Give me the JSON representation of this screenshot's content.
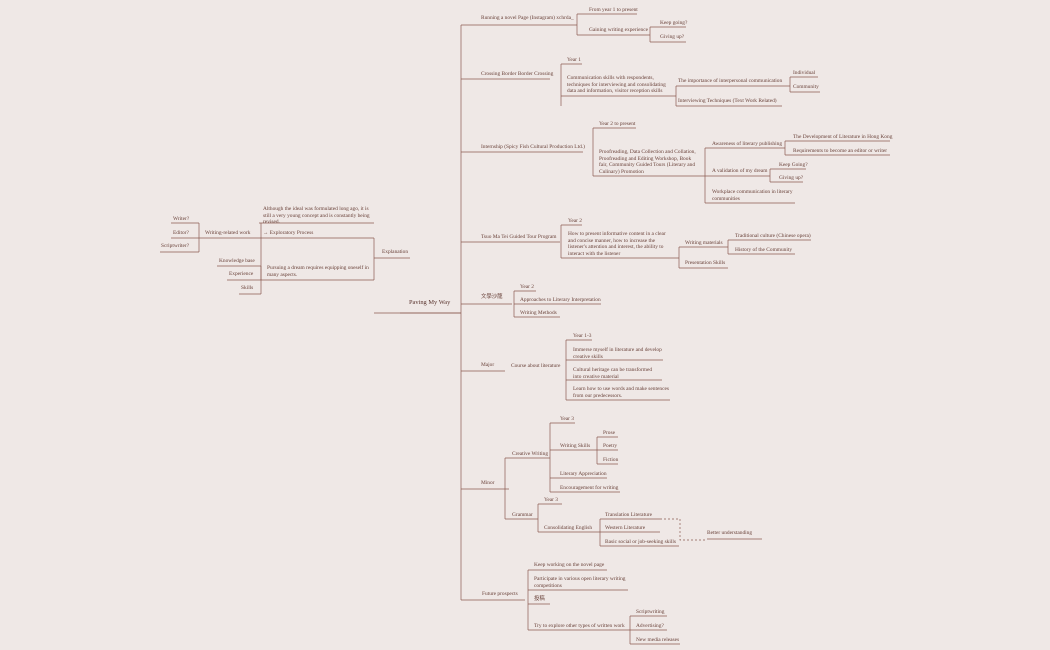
{
  "root": "Paving My Way",
  "nodes": {
    "n1": "Running a novel Page (Instagram)  xchrda_",
    "n1a": "From year 1 to present",
    "n1b": "Gaining writing experience",
    "n1b1": "Keep going?",
    "n1b2": "Giving up?",
    "n2": "Crossing Border Border Crossing",
    "n2a": "Year 1",
    "n2b": "Communication skills with respondents, techniques for interviewing and consolidating data and information, visitor reception skills",
    "n2b1": "The importance of interpersonal communication",
    "n2b1a": "Individual",
    "n2b1b": "Community",
    "n2b2": "Interviewing Techniques (Text Work Related)",
    "n3": "Internship (Spicy Fish Cultural Production Ltd.)",
    "n3a": "Year 2 to present",
    "n3b": "Proofreading, Data Collection and Collation, Proofreading and Editing Workshop, Book fair, Community Guided Tours (Literary and Culinary) Promotion",
    "n3b1": "Awareness of literary publishing",
    "n3b1a": "The Development of Literature in Hong Kong",
    "n3b1b": "Requirements to become an editor or writer",
    "n3b2": "A validation of my dream",
    "n3b2a": "Keep Going?",
    "n3b2b": "Giving up?",
    "n3b3": "Workplace communication in literary communities",
    "n4": "Tsuo Ma Tei Guided Tour Program",
    "n4a": "Year 2",
    "n4b": "How to present informative content in a clear and concise manner, how to increase the listener's attention and interest, the ability to interact with the listener",
    "n4b1": "Writing materials",
    "n4b1a": "Traditional culture (Chinese opera)",
    "n4b1b": "History of the Community",
    "n4b2": "Presentation Skills",
    "n5": "文學沙龍",
    "n5a": "Year 2",
    "n5b": "Approaches to Literary Interpretation",
    "n5c": "Writing Methods",
    "n6": "Major",
    "n6a": "Course about literature",
    "n6a1": "Year 1-3",
    "n6a2": "Immerse myself in literature and develop creative skills",
    "n6a3": "Cultural heritage can be transformed into creative material",
    "n6a4": "Learn how to use words and make sentences from our predecessors.",
    "n7": "Minor",
    "n7a": "Creative Writing",
    "n7a1": "Year 3",
    "n7a2": "Writing Skills",
    "n7a2a": "Prose",
    "n7a2b": "Poetry",
    "n7a2c": "Fiction",
    "n7a3": "Literary Appreciation",
    "n7a4": "Encouragement for writing",
    "n7b": "Grammar",
    "n7b1": "Year 3",
    "n7b2": "Consolidating English",
    "n7b2a": "Translation Literature",
    "n7b2b": "Western Literature",
    "n7b2c": "Basic social or job-seeking skills",
    "n7bx": "Better understanding",
    "n8": "Future prospects",
    "n8a": "Keep working on the novel page",
    "n8b": "Participate in various open literary writing competitions",
    "n8c": "投稿",
    "n8d": "Try to explore other types of written work",
    "n8d1": "Scriptwriting",
    "n8d2": "Advertising?",
    "n8d3": "New media releases",
    "e": "Explanation",
    "e1": "Writing-related work",
    "e1a": "Writer?",
    "e1b": "Editor?",
    "e1c": "Scriptwriter?",
    "e2": "Although the ideal was formulated long ago, it is still a very young concept and is constantly being revised.",
    "e3": "→ Exploratory Process",
    "e4": "Pursuing a dream requires equipping oneself in many aspects.",
    "e4a": "Knowledge base",
    "e4b": "Experience",
    "e4c": "Skills"
  },
  "colors": {
    "background": "#efe8e6",
    "line": "#8b5b50",
    "text": "#6a423a"
  }
}
